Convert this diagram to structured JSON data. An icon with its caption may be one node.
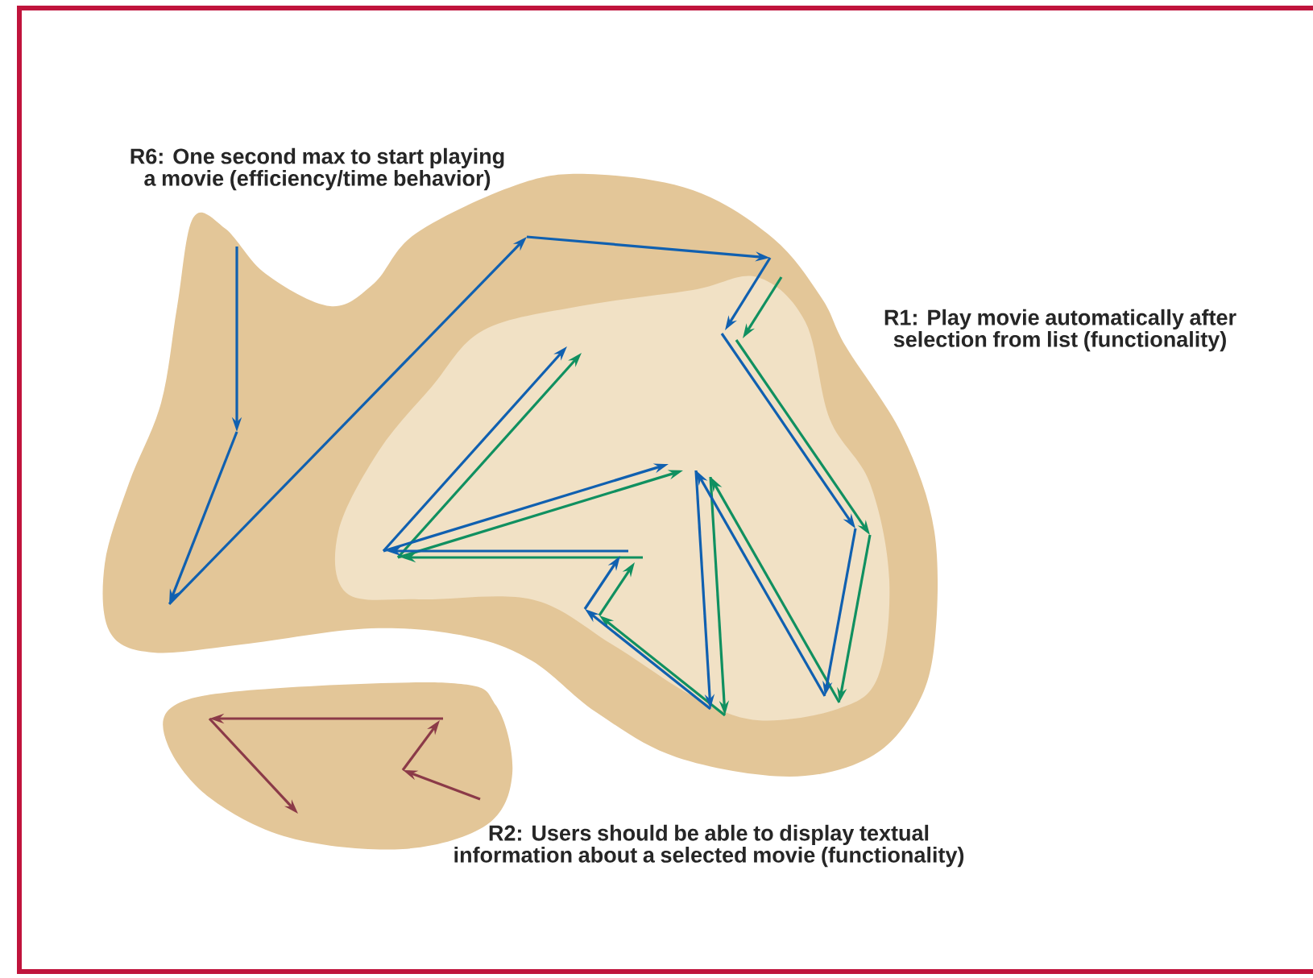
{
  "diagram": {
    "labels": [
      "R6: One second max to start playing a movie (efficiency/time behavior)",
      "R1: Play movie automatically after selection from list (functionality)",
      "R2: Users should be able to display textual information about a selected movie (functionality)"
    ]
  }
}
